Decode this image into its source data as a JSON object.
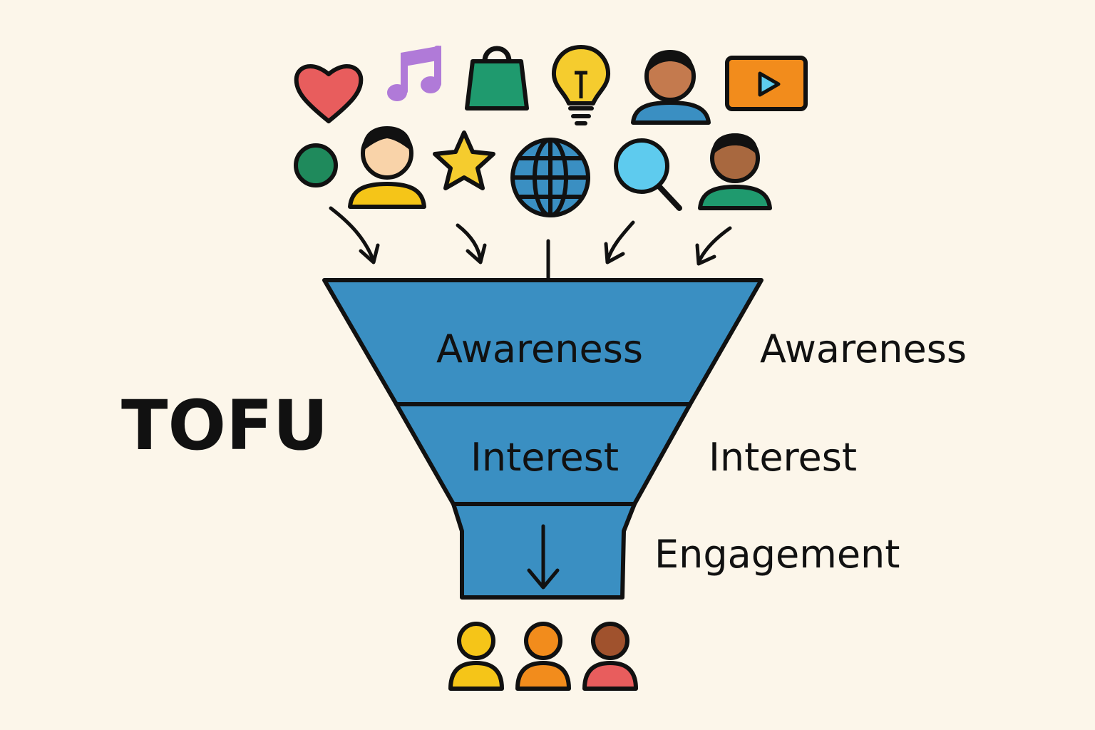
{
  "title": "TOFU",
  "stages": [
    {
      "label": "Awareness"
    },
    {
      "label": "Interest"
    }
  ],
  "side_labels": [
    "Awareness",
    "Interest",
    "Engagement"
  ],
  "colors": {
    "background": "#fcf6ea",
    "funnel": "#3a8fc2",
    "outline": "#111111",
    "heart": "#e85d5d",
    "music": "#b07ad8",
    "bag": "#1f9a6e",
    "bulb": "#f5cc2e",
    "video": "#f28c1c",
    "dot": "#1f8a5c",
    "star": "#f5cc2e",
    "globe": "#3a8fc2",
    "magnifier": "#5ecbee",
    "person_yellow": "#f5c518",
    "person_orange": "#f28c1c",
    "person_red": "#e85d5d",
    "person_blue": "#3a8fc2",
    "person_green": "#1f9a6e"
  },
  "icons": [
    "heart-icon",
    "music-note-icon",
    "shopping-bag-icon",
    "lightbulb-icon",
    "person-icon",
    "video-play-icon",
    "dot-icon",
    "person-icon",
    "star-icon",
    "globe-icon",
    "magnifier-icon",
    "person-icon"
  ],
  "output_people": [
    "person-yellow-icon",
    "person-orange-icon",
    "person-red-icon"
  ]
}
